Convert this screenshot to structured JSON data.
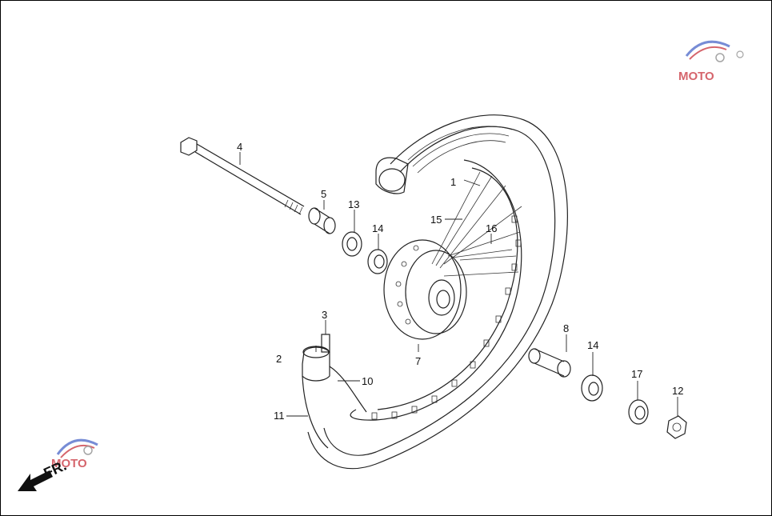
{
  "diagram": {
    "front_marker": "FR.",
    "watermark": "MOTO"
  },
  "parts": [
    {
      "id": "1",
      "label": "1"
    },
    {
      "id": "2",
      "label": "2"
    },
    {
      "id": "3",
      "label": "3"
    },
    {
      "id": "4",
      "label": "4"
    },
    {
      "id": "5",
      "label": "5"
    },
    {
      "id": "7",
      "label": "7"
    },
    {
      "id": "8",
      "label": "8"
    },
    {
      "id": "10",
      "label": "10"
    },
    {
      "id": "11",
      "label": "11"
    },
    {
      "id": "12",
      "label": "12"
    },
    {
      "id": "13",
      "label": "13"
    },
    {
      "id": "14a",
      "label": "14"
    },
    {
      "id": "14b",
      "label": "14"
    },
    {
      "id": "15",
      "label": "15"
    },
    {
      "id": "16",
      "label": "16"
    },
    {
      "id": "17",
      "label": "17"
    }
  ],
  "colors": {
    "line": "#222222",
    "watermark_red": "#c8323c",
    "watermark_blue": "#4a66c8"
  }
}
